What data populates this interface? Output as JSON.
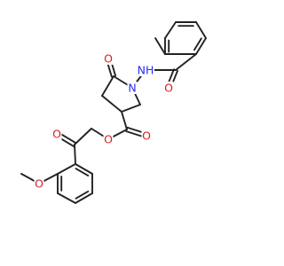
{
  "molecule": {
    "colors": {
      "bond": "#222222",
      "O": "#d42020",
      "N": "#2c2cf0"
    },
    "atoms": [
      {
        "id": "me_c",
        "label": "",
        "element": "C"
      },
      {
        "id": "r1_a",
        "label": "",
        "element": "C"
      },
      {
        "id": "r1_b",
        "label": "",
        "element": "C"
      },
      {
        "id": "r1_c",
        "label": "",
        "element": "C"
      },
      {
        "id": "r1_d",
        "label": "",
        "element": "C"
      },
      {
        "id": "r1_e",
        "label": "",
        "element": "C"
      },
      {
        "id": "r1_f",
        "label": "",
        "element": "C"
      },
      {
        "id": "amide_c",
        "label": "",
        "element": "C"
      },
      {
        "id": "amide_o",
        "label": "O",
        "element": "O"
      },
      {
        "id": "nh",
        "label": "NH",
        "element": "N"
      },
      {
        "id": "n1",
        "label": "N",
        "element": "N"
      },
      {
        "id": "c5",
        "label": "",
        "element": "C"
      },
      {
        "id": "o5",
        "label": "O",
        "element": "O"
      },
      {
        "id": "c4",
        "label": "",
        "element": "C"
      },
      {
        "id": "c3",
        "label": "",
        "element": "C"
      },
      {
        "id": "c2",
        "label": "",
        "element": "C"
      },
      {
        "id": "ester_c",
        "label": "",
        "element": "C"
      },
      {
        "id": "ester_o_dbl",
        "label": "O",
        "element": "O"
      },
      {
        "id": "ester_o",
        "label": "O",
        "element": "O"
      },
      {
        "id": "ch2",
        "label": "",
        "element": "C"
      },
      {
        "id": "keto_c",
        "label": "",
        "element": "C"
      },
      {
        "id": "keto_o",
        "label": "O",
        "element": "O"
      },
      {
        "id": "r2_a",
        "label": "",
        "element": "C"
      },
      {
        "id": "r2_b",
        "label": "",
        "element": "C"
      },
      {
        "id": "r2_c",
        "label": "",
        "element": "C"
      },
      {
        "id": "r2_d",
        "label": "",
        "element": "C"
      },
      {
        "id": "r2_e",
        "label": "",
        "element": "C"
      },
      {
        "id": "r2_f",
        "label": "",
        "element": "C"
      },
      {
        "id": "ome_o",
        "label": "O",
        "element": "O"
      },
      {
        "id": "ome_c",
        "label": "",
        "element": "C"
      }
    ],
    "bonds": [
      {
        "a": "me_c",
        "b": "r1_b",
        "order": 1
      },
      {
        "a": "r1_a",
        "b": "r1_b",
        "order": 1
      },
      {
        "a": "r1_b",
        "b": "r1_c",
        "order": 2
      },
      {
        "a": "r1_c",
        "b": "r1_d",
        "order": 1
      },
      {
        "a": "r1_d",
        "b": "r1_e",
        "order": 2
      },
      {
        "a": "r1_e",
        "b": "r1_f",
        "order": 1
      },
      {
        "a": "r1_f",
        "b": "r1_a",
        "order": 2
      },
      {
        "a": "r1_a",
        "b": "amide_c",
        "order": 1
      },
      {
        "a": "amide_c",
        "b": "amide_o",
        "order": 2
      },
      {
        "a": "amide_c",
        "b": "nh",
        "order": 1
      },
      {
        "a": "nh",
        "b": "n1",
        "order": 1
      },
      {
        "a": "n1",
        "b": "c5",
        "order": 1
      },
      {
        "a": "c5",
        "b": "o5",
        "order": 2
      },
      {
        "a": "c5",
        "b": "c4",
        "order": 1
      },
      {
        "a": "c4",
        "b": "c3",
        "order": 1
      },
      {
        "a": "c3",
        "b": "c2",
        "order": 1
      },
      {
        "a": "c2",
        "b": "n1",
        "order": 1
      },
      {
        "a": "c3",
        "b": "ester_c",
        "order": 1
      },
      {
        "a": "ester_c",
        "b": "ester_o_dbl",
        "order": 2
      },
      {
        "a": "ester_c",
        "b": "ester_o",
        "order": 1
      },
      {
        "a": "ester_o",
        "b": "ch2",
        "order": 1
      },
      {
        "a": "ch2",
        "b": "keto_c",
        "order": 1
      },
      {
        "a": "keto_c",
        "b": "keto_o",
        "order": 2
      },
      {
        "a": "keto_c",
        "b": "r2_a",
        "order": 1
      },
      {
        "a": "r2_a",
        "b": "r2_b",
        "order": 2
      },
      {
        "a": "r2_b",
        "b": "r2_c",
        "order": 1
      },
      {
        "a": "r2_c",
        "b": "r2_d",
        "order": 2
      },
      {
        "a": "r2_d",
        "b": "r2_e",
        "order": 1
      },
      {
        "a": "r2_e",
        "b": "r2_f",
        "order": 2
      },
      {
        "a": "r2_f",
        "b": "r2_a",
        "order": 1
      },
      {
        "a": "r2_f",
        "b": "ome_o",
        "order": 1
      },
      {
        "a": "ome_o",
        "b": "ome_c",
        "order": 1
      }
    ]
  }
}
